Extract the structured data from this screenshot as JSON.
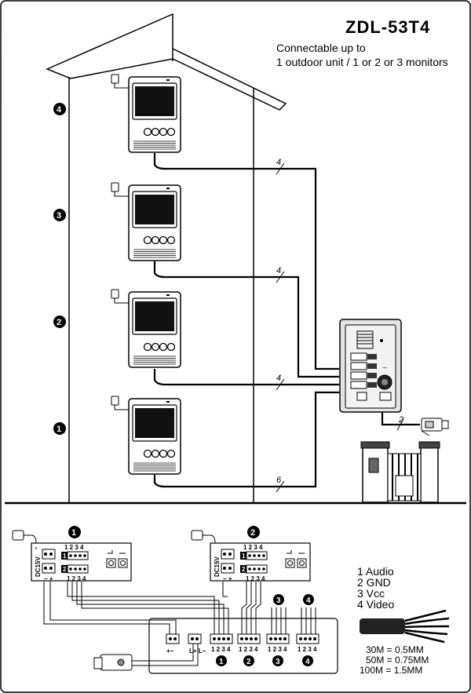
{
  "title": "ZDL-53T4",
  "subtitle_line1": "Connectable up to",
  "subtitle_line2": "1 outdoor unit / 1 or 2 or 3 monitors",
  "floors": [
    "4",
    "3",
    "2",
    "1"
  ],
  "wire_counts": {
    "floor4": "4",
    "floor3": "4",
    "floor2": "4",
    "floor1": "6",
    "lock": "2"
  },
  "terminal_pins": "1 2 3 4",
  "dc_label": "DC15V",
  "polarity": {
    "minus": "−",
    "plus": "+"
  },
  "block_numbers": [
    "1",
    "2",
    "3",
    "4"
  ],
  "monitor_labels": [
    "1",
    "2"
  ],
  "legend": {
    "items": [
      "1  Audio",
      "2  GND",
      "3  Vcc",
      "4  Video"
    ]
  },
  "cable_specs": [
    "30M  =  0.5MM",
    "50M  =  0.75MM",
    "100M  =  1.5MM"
  ]
}
